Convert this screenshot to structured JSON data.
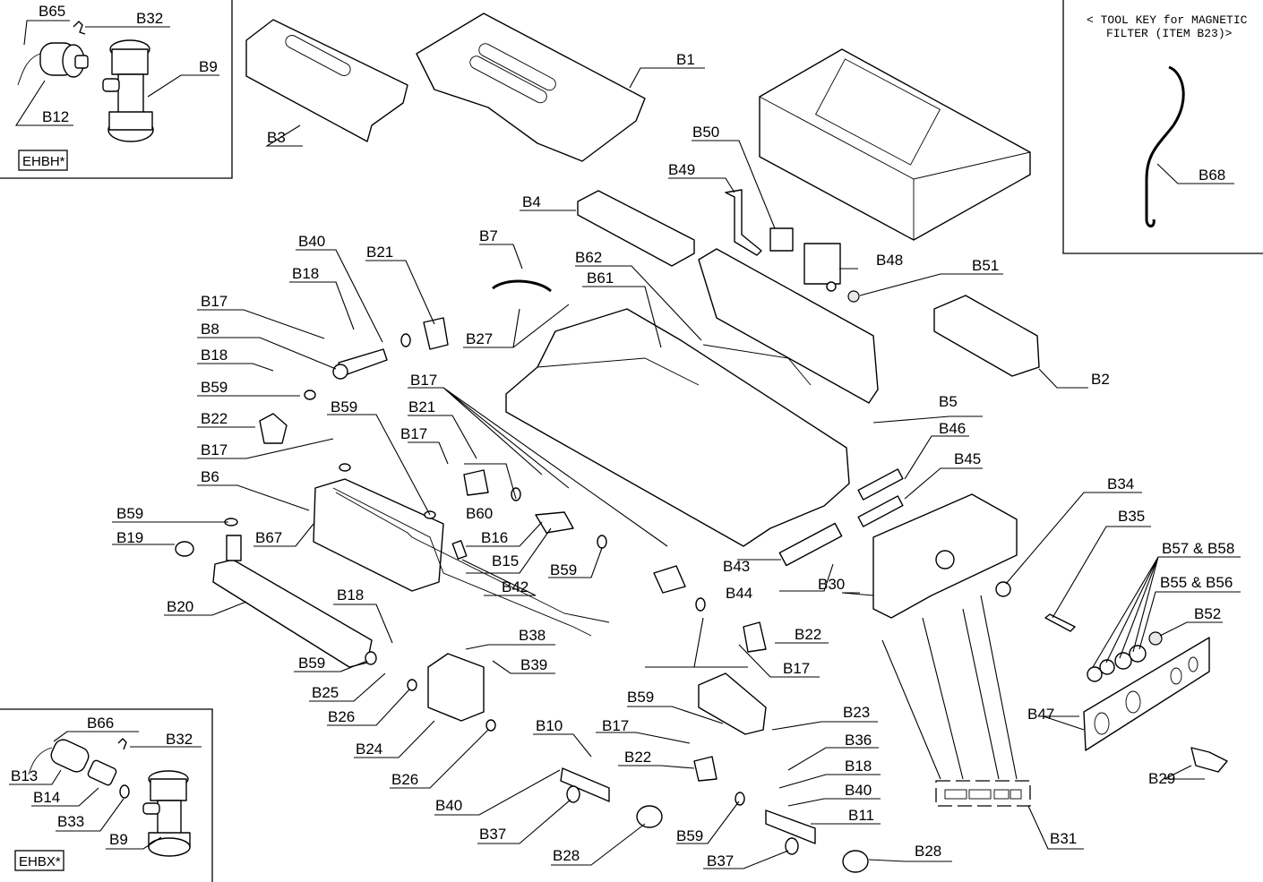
{
  "insets": {
    "ehbh": {
      "tag": "EHBH*",
      "labels": [
        "B65",
        "B32",
        "B9",
        "B12"
      ]
    },
    "ehbx": {
      "tag": "EHBX*",
      "labels": [
        "B66",
        "B32",
        "B13",
        "B14",
        "B33",
        "B9"
      ]
    },
    "tool_key": {
      "title_line1": "< TOOL KEY for MAGNETIC",
      "title_line2": "FILTER (ITEM B23)>",
      "label": "B68"
    }
  },
  "labels": {
    "B65": "B65",
    "B32a": "B32",
    "B9a": "B9",
    "B12": "B12",
    "B3": "B3",
    "B1": "B1",
    "B68": "B68",
    "B50": "B50",
    "B49": "B49",
    "B4": "B4",
    "B48": "B48",
    "B51": "B51",
    "B7": "B7",
    "B62": "B62",
    "B61": "B61",
    "B27": "B27",
    "B40a": "B40",
    "B21a": "B21",
    "B18a": "B18",
    "B17a": "B17",
    "B8": "B8",
    "B18b": "B18",
    "B59a": "B59",
    "B22a": "B22",
    "B59b": "B59",
    "B17b": "B17",
    "B5": "B5",
    "B2": "B2",
    "B17c": "B17",
    "B21b": "B21",
    "B17d": "B17",
    "B6": "B6",
    "B60": "B60",
    "B16": "B16",
    "B15": "B15",
    "B59c": "B59",
    "B19": "B19",
    "B67": "B67",
    "B59d": "B59",
    "B42": "B42",
    "B46": "B46",
    "B45": "B45",
    "B34": "B34",
    "B35": "B35",
    "B43": "B43",
    "B44": "B44",
    "B30": "B30",
    "B57_58": "B57 & B58",
    "B55_56": "B55 & B56",
    "B52": "B52",
    "B20": "B20",
    "B18c": "B18",
    "B22b": "B22",
    "B38": "B38",
    "B39": "B39",
    "B59e": "B59",
    "B17e": "B17",
    "B25": "B25",
    "B26a": "B26",
    "B47": "B47",
    "B23": "B23",
    "B59f": "B59",
    "B24": "B24",
    "B66": "B66",
    "B32b": "B32",
    "B10": "B10",
    "B17f": "B17",
    "B36": "B36",
    "B13": "B13",
    "B22c": "B22",
    "B18d": "B18",
    "B26b": "B26",
    "B14": "B14",
    "B40b": "B40",
    "B40c": "B40",
    "B11": "B11",
    "B29": "B29",
    "B33": "B33",
    "B9b": "B9",
    "B37a": "B37",
    "B59g": "B59",
    "B31": "B31",
    "B28a": "B28",
    "B28b": "B28",
    "B37b": "B37"
  }
}
